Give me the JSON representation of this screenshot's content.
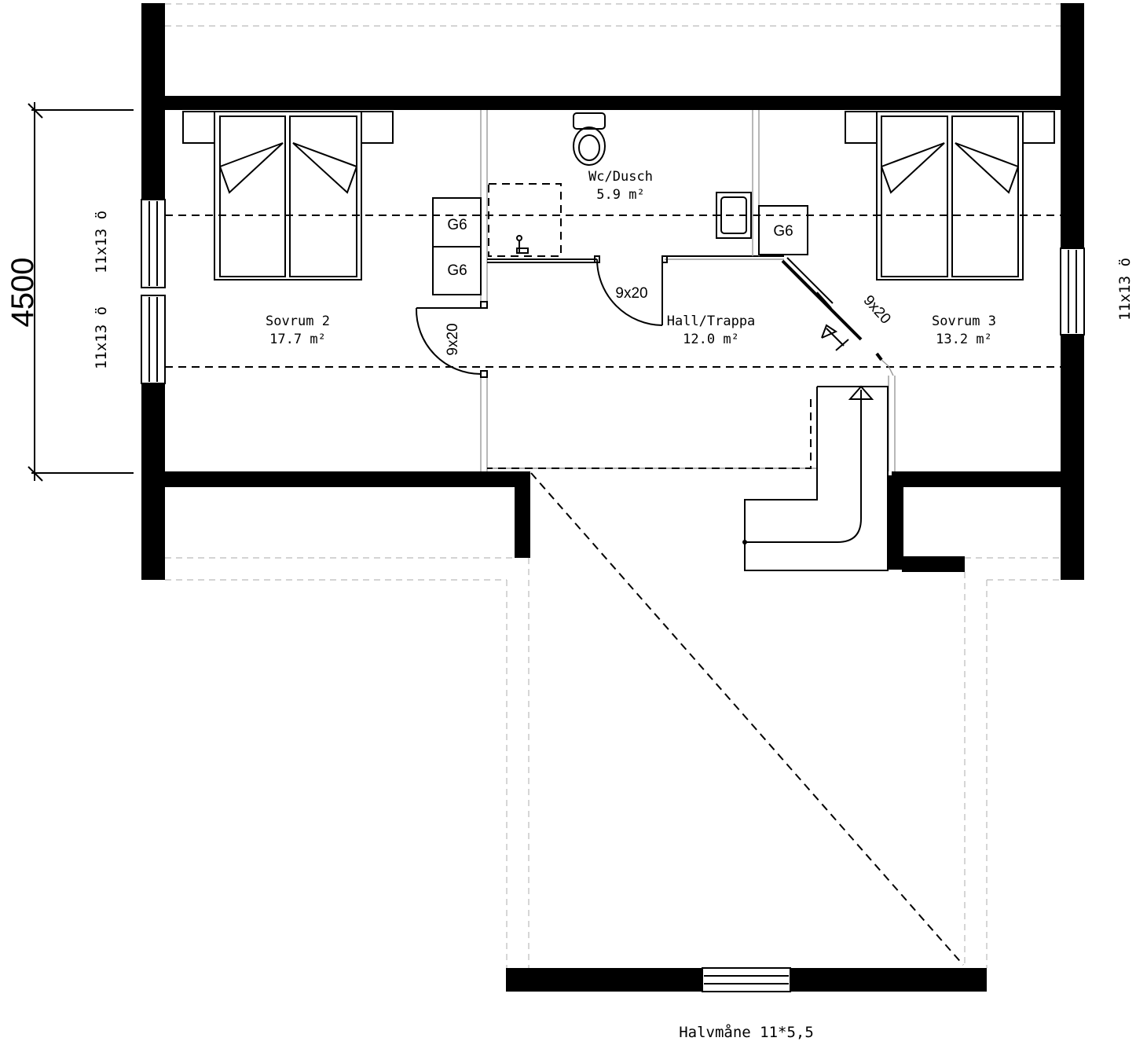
{
  "dimension": {
    "overall_depth": "4500"
  },
  "rooms": [
    {
      "id": "sovrum2",
      "name": "Sovrum 2",
      "area": "17.7 m²"
    },
    {
      "id": "wc",
      "name": "Wc/Dusch",
      "area": "5.9 m²"
    },
    {
      "id": "hall",
      "name": "Hall/Trappa",
      "area": "12.0 m²"
    },
    {
      "id": "sovrum3",
      "name": "Sovrum 3",
      "area": "13.2 m²"
    }
  ],
  "windows": {
    "left_upper": "11x13 ö",
    "left_lower": "11x13 ö",
    "right": "11x13 ö",
    "gable": "Halvmåne 11*5,5"
  },
  "doors": {
    "sovrum2": "9x20",
    "wc": "9x20",
    "sovrum3": "9x20"
  },
  "wardrobes": {
    "sovrum2_upper": "G6",
    "sovrum2_lower": "G6",
    "sovrum3": "G6"
  },
  "colors": {
    "wall": "#000000",
    "background": "#ffffff",
    "guide": "#bbbbbb"
  }
}
